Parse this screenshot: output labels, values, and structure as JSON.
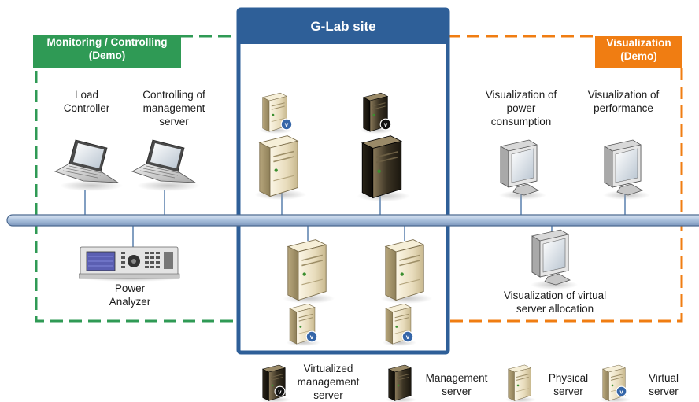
{
  "regions": {
    "monitoring": {
      "label": "Monitoring / Controlling\n(Demo)",
      "color": "#2f9a55"
    },
    "glab": {
      "label": "G-Lab site",
      "color": "#2e5f98"
    },
    "visualization": {
      "label": "Visualization\n(Demo)",
      "color": "#f07d12"
    }
  },
  "nodes": {
    "load_controller": "Load\nController",
    "controlling_mgmt": "Controlling of\nmanagement\nserver",
    "power_analyzer": "Power\nAnalyzer",
    "vis_power": "Visualization of\npower\nconsumption",
    "vis_performance": "Visualization of\nperformance",
    "vis_virtual": "Visualization of virtual\nserver allocation"
  },
  "legend": {
    "virtualized_mgmt": "Virtualized\nmanagement\nserver",
    "mgmt": "Management\nserver",
    "physical": "Physical\nserver",
    "virtual": "Virtual\nserver"
  },
  "icons": {
    "laptop": "laptop-icon",
    "monitor": "monitor-icon",
    "physical_server": "physical-server-icon",
    "virtual_server": "virtual-server-icon",
    "management_server": "management-server-icon",
    "power_analyzer": "power-analyzer-icon"
  }
}
